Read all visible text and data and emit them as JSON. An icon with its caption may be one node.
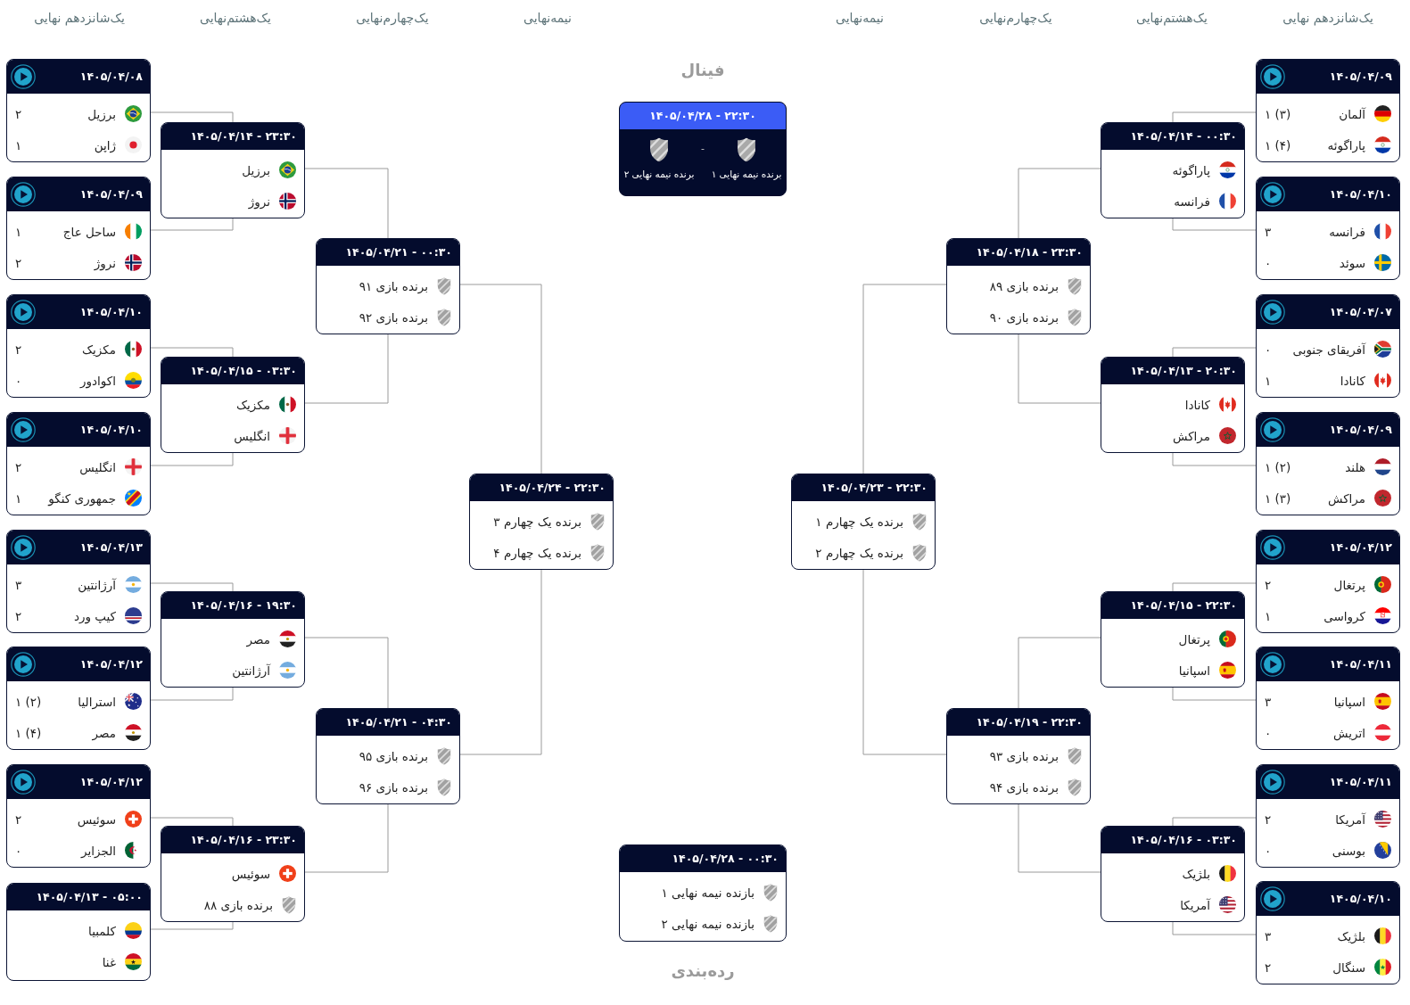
{
  "diagram": {
    "nodes": [
      {
        "text": [
          "۱۴۰۵/۰۴/۰۹",
          "آلمان",
          "۱ (۳)",
          "پاراگوئه",
          "۱ (۴)"
        ]
      },
      {
        "text": [
          "۱۴۰۵/۰۴/۱۰",
          "فرانسه",
          "۳",
          "سوئد",
          "۰"
        ]
      },
      {
        "text": [
          "۱۴۰۵/۰۴/۰۷",
          "آفریقای جنوبی",
          "۰",
          "کانادا",
          "۱"
        ]
      },
      {
        "text": [
          "۱۴۰۵/۰۴/۰۹",
          "هلند",
          "۱ (۲)",
          "مراکش",
          "۱ (۳)"
        ]
      },
      {
        "text": [
          "۱۴۰۵/۰۴/۱۲",
          "پرتغال",
          "۲",
          "کرواسی",
          "۱"
        ]
      },
      {
        "text": [
          "۱۴۰۵/۰۴/۱۱",
          "اسپانیا",
          "۳",
          "اتریش",
          "۰"
        ]
      },
      {
        "text": [
          "۱۴۰۵/۰۴/۱۱",
          "آمریکا",
          "۲",
          "بوسنی",
          "۰"
        ]
      },
      {
        "text": [
          "۱۴۰۵/۰۴/۱۰",
          "بلژیک",
          "۳",
          "سنگال",
          "۲"
        ]
      },
      {
        "text": [
          "۱۴۰۵/۰۴/۱۴ - ۰۰:۳۰",
          "پاراگوئه",
          "فرانسه"
        ]
      },
      {
        "text": [
          "۱۴۰۵/۰۴/۱۳ - ۲۰:۳۰",
          "کانادا",
          "مراکش"
        ]
      },
      {
        "text": [
          "۱۴۰۵/۰۴/۱۵ - ۲۲:۳۰",
          "پرتغال",
          "اسپانیا"
        ]
      },
      {
        "text": [
          "۱۴۰۵/۰۴/۱۶ - ۰۳:۳۰",
          "بلژیک",
          "آمریکا"
        ]
      },
      {
        "text": [
          "۱۴۰۵/۰۴/۱۸ - ۲۳:۳۰",
          "برنده بازی ۸۹",
          "برنده بازی ۹۰"
        ]
      },
      {
        "text": [
          "۱۴۰۵/۰۴/۱۹ - ۲۲:۳۰",
          "برنده بازی ۹۳",
          "برنده بازی ۹۴"
        ]
      },
      {
        "text": [
          "۱۴۰۵/۰۴/۲۳ - ۲۲:۳۰",
          "برنده یک چهارم ۱",
          "برنده یک چهارم ۲"
        ]
      },
      {
        "text": [
          "فینال",
          "۱۴۰۵/۰۴/۲۸ - ۲۲:۳۰",
          "برنده نیمه نهایی ۱",
          "-",
          "برنده نیمه نهایی ۲"
        ]
      },
      {
        "text": [
          "۱۴۰۵/۰۴/۲۸ - ۰۰:۳۰",
          "بازنده نیمه نهایی ۱",
          "بازنده نیمه نهایی ۲",
          "رده‌بندی"
        ]
      },
      {
        "text": [
          "۱۴۰۵/۰۴/۲۴ - ۲۲:۳۰",
          "برنده یک چهارم ۳",
          "برنده یک چهارم ۴"
        ]
      },
      {
        "text": [
          "۱۴۰۵/۰۴/۲۱ - ۰۰:۳۰",
          "برنده بازی ۹۱",
          "برنده بازی ۹۲"
        ]
      },
      {
        "text": [
          "۱۴۰۵/۰۴/۲۱ - ۰۴:۳۰",
          "برنده بازی ۹۵",
          "برنده بازی ۹۶"
        ]
      },
      {
        "text": [
          "۱۴۰۵/۰۴/۱۴ - ۲۳:۳۰",
          "برزیل",
          "نروژ"
        ]
      },
      {
        "text": [
          "۱۴۰۵/۰۴/۱۵ - ۰۳:۳۰",
          "مکزیک",
          "انگلیس"
        ]
      },
      {
        "text": [
          "۱۴۰۵/۰۴/۱۶ - ۱۹:۳۰",
          "مصر",
          "آرژانتین"
        ]
      },
      {
        "text": [
          "۱۴۰۵/۰۴/۱۶ - ۲۳:۳۰",
          "سوئیس",
          "برنده بازی ۸۸"
        ]
      },
      {
        "text": [
          "۱۴۰۵/۰۴/۰۸",
          "برزیل",
          "۲",
          "ژاپن",
          "۱"
        ]
      },
      {
        "text": [
          "۱۴۰۵/۰۴/۰۹",
          "ساحل عاج",
          "۱",
          "نروژ",
          "۲"
        ]
      },
      {
        "text": [
          "۱۴۰۵/۰۴/۱۰",
          "مکزیک",
          "۲",
          "اکوادور",
          "۰"
        ]
      },
      {
        "text": [
          "۱۴۰۵/۰۴/۱۰",
          "انگلیس",
          "۲",
          "جمهوری کنگو",
          "۱"
        ]
      },
      {
        "text": [
          "۱۴۰۵/۰۴/۱۳",
          "آرژانتین",
          "۳",
          "کیپ ورد",
          "۲"
        ]
      },
      {
        "text": [
          "۱۴۰۵/۰۴/۱۲",
          "استرالیا",
          "۱ (۲)",
          "مصر",
          "۱ (۴)"
        ]
      },
      {
        "text": [
          "۱۴۰۵/۰۴/۱۲",
          "سوئیس",
          "۲",
          "الجزایر",
          "۰"
        ]
      },
      {
        "text": [
          "۱۴۰۵/۰۴/۱۳ - ۰۵:۰۰",
          "کلمبیا",
          "غنا"
        ]
      }
    ],
    "edges": [
      {
        "from": 0,
        "to": 8,
        "arrow": "none"
      },
      {
        "from": 1,
        "to": 8,
        "arrow": "none"
      },
      {
        "from": 2,
        "to": 9,
        "arrow": "none"
      },
      {
        "from": 3,
        "to": 9,
        "arrow": "none"
      },
      {
        "from": 4,
        "to": 10,
        "arrow": "none"
      },
      {
        "from": 5,
        "to": 10,
        "arrow": "none"
      },
      {
        "from": 6,
        "to": 11,
        "arrow": "none"
      },
      {
        "from": 7,
        "to": 11,
        "arrow": "none"
      },
      {
        "from": 8,
        "to": 12,
        "arrow": "none"
      },
      {
        "from": 9,
        "to": 12,
        "arrow": "none"
      },
      {
        "from": 10,
        "to": 13,
        "arrow": "none"
      },
      {
        "from": 11,
        "to": 13,
        "arrow": "none"
      },
      {
        "from": 12,
        "to": 14,
        "arrow": "none"
      },
      {
        "from": 13,
        "to": 14,
        "arrow": "none"
      },
      {
        "from": 18,
        "to": 17,
        "arrow": "none"
      },
      {
        "from": 19,
        "to": 17,
        "arrow": "none"
      },
      {
        "from": 20,
        "to": 18,
        "arrow": "none"
      },
      {
        "from": 21,
        "to": 18,
        "arrow": "none"
      },
      {
        "from": 22,
        "to": 19,
        "arrow": "none"
      },
      {
        "from": 23,
        "to": 19,
        "arrow": "none"
      },
      {
        "from": 24,
        "to": 20,
        "arrow": "none"
      },
      {
        "from": 25,
        "to": 20,
        "arrow": "none"
      },
      {
        "from": 26,
        "to": 21,
        "arrow": "none"
      },
      {
        "from": 27,
        "to": 21,
        "arrow": "none"
      },
      {
        "from": 28,
        "to": 22,
        "arrow": "none"
      },
      {
        "from": 29,
        "to": 22,
        "arrow": "none"
      },
      {
        "from": 30,
        "to": 23,
        "arrow": "none"
      },
      {
        "from": 31,
        "to": 23,
        "arrow": "none"
      }
    ],
    "labels": [
      "یک‌شانزدهم نهایی",
      "یک‌هشتم‌نهایی",
      "یک‌چهارم‌نهایی",
      "نیمه‌نهایی",
      "نیمه‌نهایی",
      "یک‌چهارم‌نهایی",
      "یک‌هشتم‌نهایی",
      "یک‌شانزدهم نهایی"
    ]
  }
}
